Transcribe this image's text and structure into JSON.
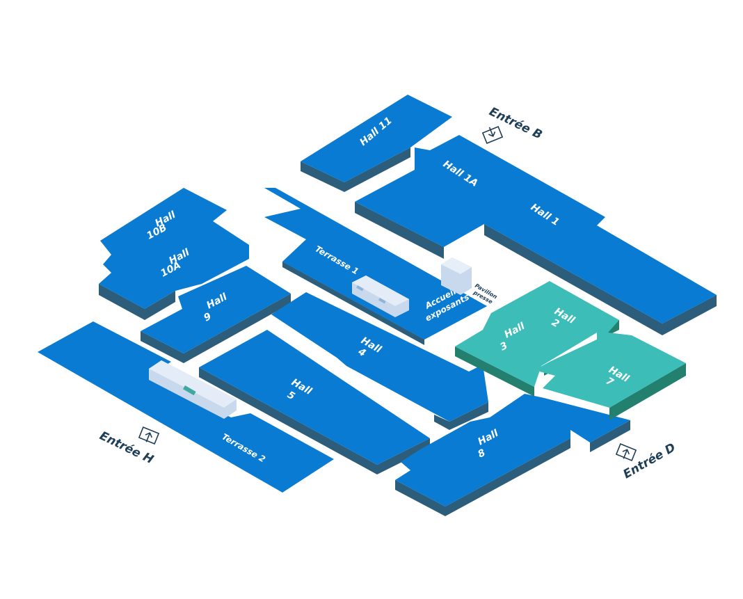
{
  "halls": {
    "hall_11": "Hall 11",
    "hall_1a": "Hall 1A",
    "hall_1": "Hall 1",
    "hall_10b_line1": "Hall",
    "hall_10b_line2": "10B",
    "hall_10a_line1": "Hall",
    "hall_10a_line2": "10A",
    "hall_9_line1": "Hall",
    "hall_9_line2": "9",
    "hall_4_line1": "Hall",
    "hall_4_line2": "4",
    "hall_5_line1": "Hall",
    "hall_5_line2": "5",
    "hall_8_line1": "Hall",
    "hall_8_line2": "8",
    "hall_2_line1": "Hall",
    "hall_2_line2": "2",
    "hall_3_line1": "Hall",
    "hall_3_line2": "3",
    "hall_7_line1": "Hall",
    "hall_7_line2": "7"
  },
  "areas": {
    "terrasse_1": "Terrasse 1",
    "terrasse_2": "Terrasse 2",
    "accueil_line1": "Accueil",
    "accueil_line2": "exposants",
    "pavilion_line1": "Pavillon",
    "pavilion_line2": "presse"
  },
  "entrances": {
    "entree_b": "Entrée B",
    "entree_d": "Entrée D",
    "entree_h": "Entrée H"
  },
  "colors": {
    "hall_blue": "#0a7bd2",
    "hall_blue_side": "#2c5d7a",
    "highlight_teal": "#3cbdb8",
    "highlight_teal_side": "#23806f",
    "label_dark": "#1e3f57"
  },
  "highlighted_halls": [
    "Hall 2",
    "Hall 3",
    "Hall 7"
  ]
}
